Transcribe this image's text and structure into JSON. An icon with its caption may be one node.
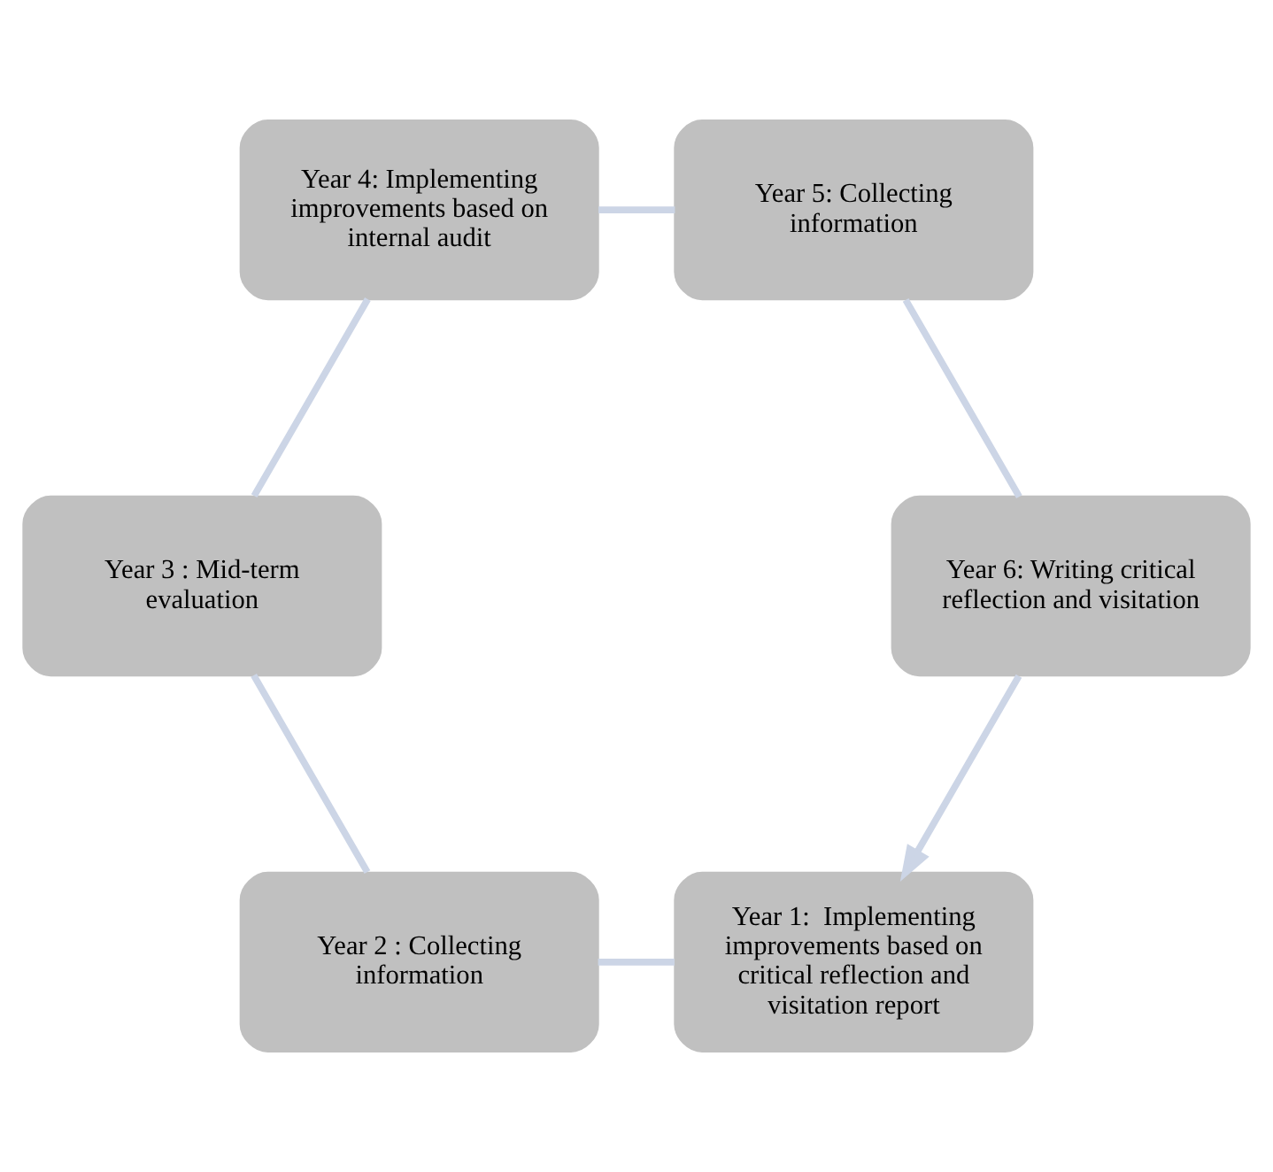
{
  "diagram": {
    "nodes": [
      {
        "text": [
          "Year 1:  Implementing improvements based on critical reflection and visitation report"
        ]
      },
      {
        "text": [
          "Year 2 : Collecting information"
        ]
      },
      {
        "text": [
          "Year 3 : Mid-term evaluation"
        ]
      },
      {
        "text": [
          "Year 4: Implementing improvements based on internal audit"
        ]
      },
      {
        "text": [
          "Year 5: Collecting information"
        ]
      },
      {
        "text": [
          "Year 6: Writing critical reflection and visitation"
        ]
      }
    ],
    "edges": [
      {
        "from": 0,
        "to": 1,
        "arrow": "none"
      },
      {
        "from": 1,
        "to": 2,
        "arrow": "none"
      },
      {
        "from": 2,
        "to": 3,
        "arrow": "none"
      },
      {
        "from": 3,
        "to": 4,
        "arrow": "none"
      },
      {
        "from": 4,
        "to": 5,
        "arrow": "none"
      },
      {
        "from": 5,
        "to": 0,
        "arrow": "to"
      }
    ]
  }
}
